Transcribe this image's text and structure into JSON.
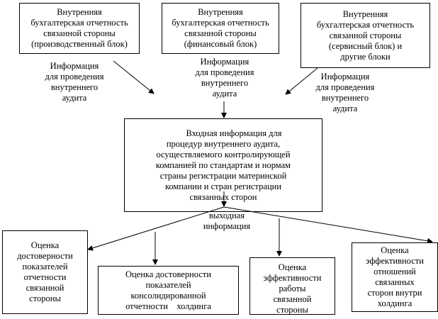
{
  "sources": [
    {
      "lines": [
        "Внутренняя",
        "бухгалтерская отчетность",
        "связанной стороны",
        "(производственный блок)"
      ]
    },
    {
      "lines": [
        "Внутренняя",
        "бухгалтерская отчетность",
        "связанной стороны",
        "(финансовый блок)"
      ]
    },
    {
      "lines": [
        "Внутренняя",
        "бухгалтерская отчетность",
        "связанной стороны",
        "(сервисный блок) и",
        "другие блоки"
      ]
    }
  ],
  "flow_labels": [
    {
      "lines": [
        "Информация",
        "для проведения",
        "внутреннего",
        "аудита"
      ]
    },
    {
      "lines": [
        "Информация",
        "для проведения",
        "внутреннего",
        "аудита"
      ]
    },
    {
      "lines": [
        "Информация",
        "для проведения",
        "внутреннего",
        "аудита"
      ]
    }
  ],
  "center": {
    "lines": [
      "Входная информация для",
      "процедур внутреннего аудита,",
      "осуществляемого контролирующей",
      "компанией по стандартам и нормам",
      "страны регистрации материнской",
      "компании и стран регистрации",
      "связанных сторон"
    ]
  },
  "output_label": {
    "lines": [
      "выходная",
      "информация"
    ]
  },
  "outputs": [
    {
      "lines": [
        "Оценка",
        "достоверности",
        "показателей",
        "отчетности",
        "связанной",
        "стороны"
      ]
    },
    {
      "lines": [
        "Оценка достоверности",
        "показателей",
        "консолидированной",
        "отчетности    холдинга"
      ]
    },
    {
      "lines": [
        "Оценка",
        "эффективности",
        "работы",
        "связанной",
        "стороны"
      ]
    },
    {
      "lines": [
        "Оценка",
        "эффективности",
        "отношений",
        "связанных",
        "сторон внутри",
        "холдинга"
      ]
    }
  ]
}
